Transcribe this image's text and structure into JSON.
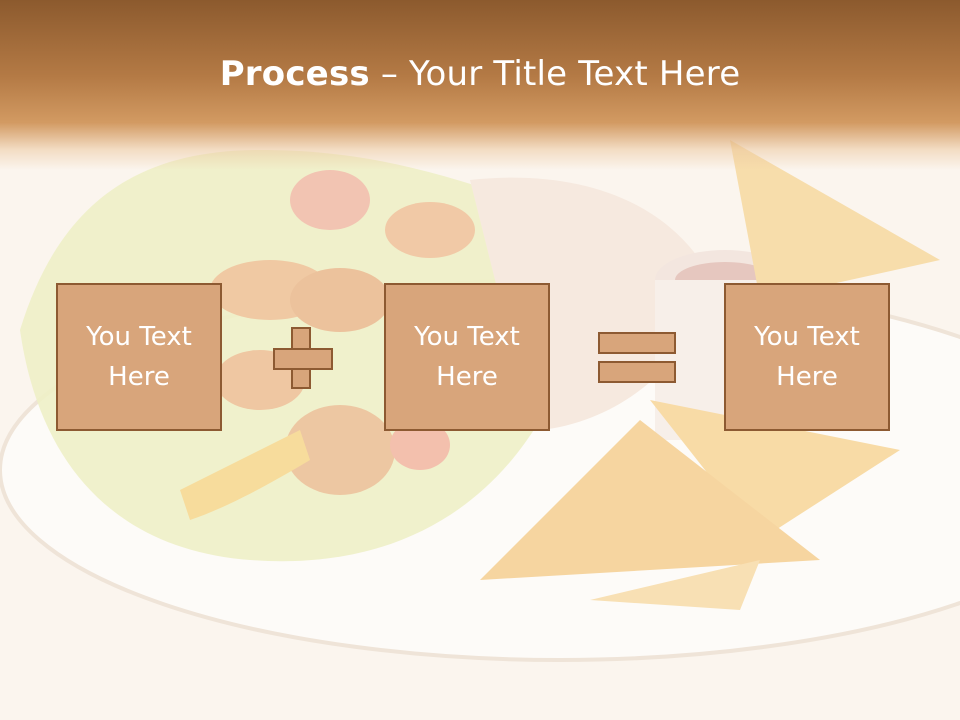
{
  "slide": {
    "title_bold": "Process",
    "title_rest": " – Your Title Text Here"
  },
  "process": {
    "steps": [
      {
        "label": "You Text\nHere"
      },
      {
        "label": "You Text\nHere"
      },
      {
        "label": "You Text\nHere"
      }
    ],
    "operators": [
      "plus-icon",
      "equals-icon"
    ]
  },
  "colors": {
    "header_top": "#8c5a2e",
    "header_bottom": "#d29a62",
    "box_fill": "#d8a57b",
    "box_border": "#8d5a32",
    "text": "#ffffff"
  }
}
